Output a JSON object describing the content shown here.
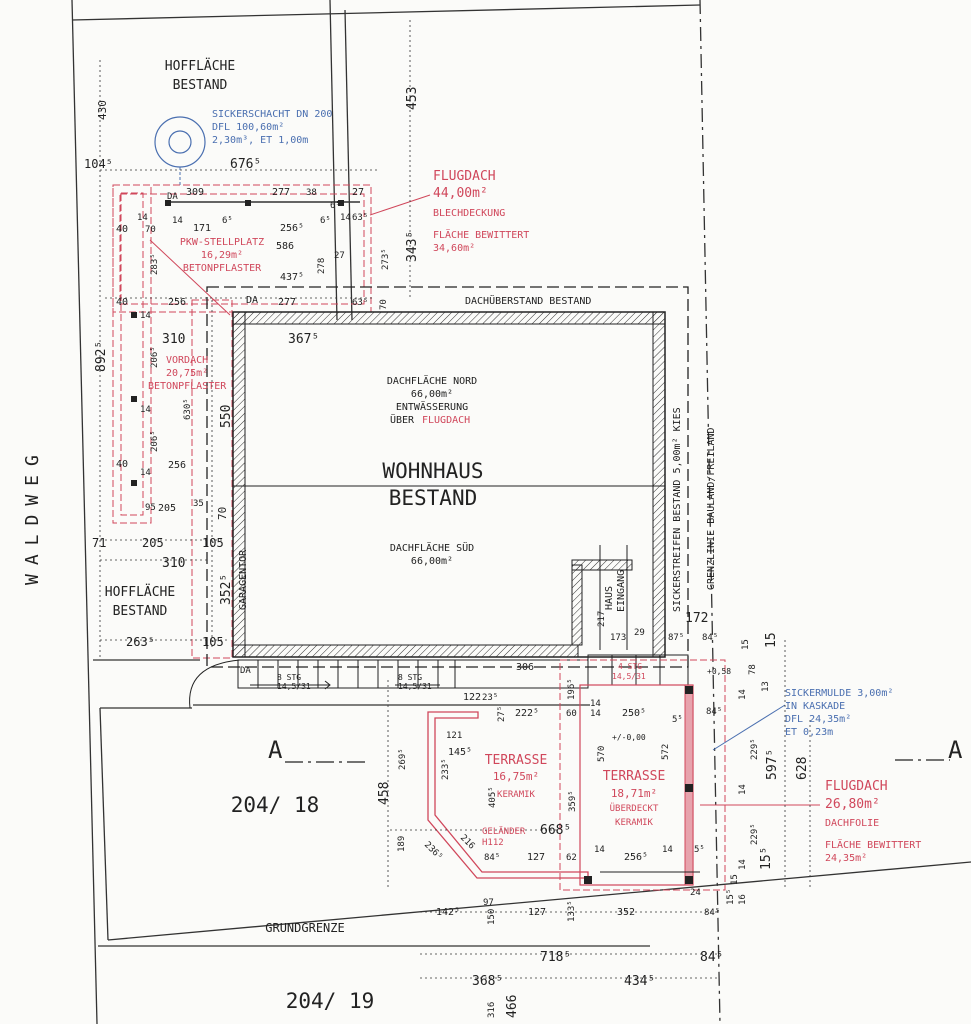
{
  "labels": {
    "hof_top_1": "HOFFLÄCHE",
    "hof_top_2": "BESTAND",
    "hof_left_1": "HOFFLÄCHE",
    "hof_left_2": "BESTAND",
    "sicker_1": "SICKERSCHACHT DN 200",
    "sicker_2": "DFL 100,60m²",
    "sicker_3": "2,30m³, ET 1,00m",
    "da_1": "DA",
    "da_2": "DA",
    "da_3": "DA",
    "flugdach_top_title": "FLUGDACH",
    "flugdach_top_area": "44,00m²",
    "flugdach_top_mat": "BLECHDECKUNG",
    "flugdach_top_f1": "FLÄCHE BEWITTERT",
    "flugdach_top_f2": "34,60m²",
    "pkw_1": "PKW-STELLPLATZ",
    "pkw_2": "16,29m²",
    "pkw_3": "BETONPFLASTER",
    "vordach_1": "VORDACH",
    "vordach_2": "20,75m²",
    "vordach_3": "BETONPFLASTER",
    "dachueberstand": "DACHÜBERSTAND BESTAND",
    "nord_1": "DACHFLÄCHE NORD",
    "nord_2": "66,00m²",
    "nord_3": "ENTWÄSSERUNG",
    "nord_4a": "ÜBER",
    "nord_4b": "FLUGDACH",
    "wohnhaus_1": "WOHNHAUS",
    "wohnhaus_2": "BESTAND",
    "sued_1": "DACHFLÄCHE SÜD",
    "sued_2": "66,00m²",
    "garagentor": "GARAGENTOR",
    "sickerstreifen": "SICKERSTREIFEN BESTAND 5,00m² KIES",
    "grenzlinie": "GRENZLINIE BAULAND/FREILAND",
    "haus": "HAUS",
    "eingang": "EINGANG",
    "waldweg": "WALDWEG",
    "stg_1": "8 STG",
    "stg_1b": "14,5/31",
    "stg_2": "8 STG",
    "stg_2b": "14,5/31",
    "stg_3": "4 STG",
    "stg_3b": "14,5/31",
    "lvl_1": "+0,58",
    "lvl_2": "+/-0,00",
    "terrasse_l_1": "TERRASSE",
    "terrasse_l_2": "16,75m²",
    "terrasse_l_3": "KERAMIK",
    "terrasse_r_1": "TERRASSE",
    "terrasse_r_2": "18,71m²",
    "terrasse_r_3": "ÜBERDECKT",
    "terrasse_r_4": "KERAMIK",
    "gelaender_1": "GELÄNDER",
    "gelaender_2": "H112",
    "sickermulde_1": "SICKERMULDE 3,00m²",
    "sickermulde_2": "IN KASKADE",
    "sickermulde_3": "DFL 24,35m²",
    "sickermulde_4": "ET 0,23m",
    "flugdach_r_title": "FLUGDACH",
    "flugdach_r_area": "26,80m²",
    "flugdach_r_mat": "DACHFOLIE",
    "flugdach_r_f1": "FLÄCHE BEWITTERT",
    "flugdach_r_f2": "24,35m²",
    "parcel_1": "204/ 18",
    "parcel_2": "204/ 19",
    "grundgrenze": "GRUNDGRENZE",
    "section_l": "A",
    "section_r": "A"
  },
  "dims": {
    "d430": "430",
    "d453": "453",
    "d1045": "104⁵",
    "d6765": "676⁵",
    "d309": "309",
    "d277a": "277",
    "d38": "38",
    "d27a": "27",
    "d65a": "6⁵",
    "d14a": "14",
    "d70a": "70",
    "d14b": "14",
    "d171": "171",
    "d65b": "6⁵",
    "d2565": "256⁵",
    "d65c": "6⁵",
    "d14c": "14",
    "d635a": "63⁵",
    "d40a": "40",
    "d586": "586",
    "d278": "278",
    "d27b": "27",
    "d2735": "273⁵",
    "d3435": "343⁵",
    "d2835": "283⁵",
    "d4375": "437⁵",
    "d40b": "40",
    "d256a": "256",
    "d277b": "277",
    "d635b": "63⁵",
    "d70b": "70",
    "d14d": "14",
    "d8925": "892⁵",
    "d310a": "310",
    "d3675": "367⁵",
    "d2065a": "206⁵",
    "d6305": "630⁵",
    "d550": "550",
    "d14e": "14",
    "d2065b": "206⁵",
    "d40c": "40",
    "d14f": "14",
    "d256b": "256",
    "d95": "95",
    "d205a": "205",
    "d35": "35",
    "d70c": "70",
    "d71": "71",
    "d205b": "205",
    "d105a": "105",
    "d310b": "310",
    "d3525": "352⁵",
    "d2635": "263⁵",
    "d105b": "105",
    "d172": "172",
    "d217": "217",
    "d173": "173",
    "d29": "29",
    "d875": "87⁵",
    "d845a": "84⁵",
    "d15a": "15",
    "d15b": "15",
    "d306": "306",
    "d14g": "14",
    "d78": "78",
    "d13": "13",
    "d122": "122",
    "d235a": "23⁵",
    "d1965": "196⁵",
    "d14h": "14",
    "d845b": "84⁵",
    "d121": "121",
    "d275": "27⁵",
    "d2225": "222⁵",
    "d60": "60",
    "d14i": "14",
    "d2505": "250⁵",
    "d55": "5⁵",
    "d1455": "145⁵",
    "d2695": "269⁵",
    "d570": "570",
    "d572": "572",
    "d2295a": "229⁵",
    "d5975": "597⁵",
    "d628": "628",
    "d2335": "233⁵",
    "d4055": "405⁵",
    "d3595": "359⁵",
    "d458": "458",
    "d6685": "668⁵",
    "d14j": "14",
    "d2295b": "229⁵",
    "d216": "216",
    "d189": "189",
    "d2365": "236⁵",
    "d845c": "84⁵",
    "d127a": "127",
    "d62": "62",
    "d14k": "14",
    "d2565b": "256⁵",
    "d14l": "14",
    "d55b": "5⁵",
    "d14m": "14",
    "d155": "15⁵",
    "d15c": "15",
    "d16": "16",
    "d155b": "15⁵",
    "d1425": "142⁵",
    "d150": "150",
    "d97": "97",
    "d127b": "127",
    "d1335": "133⁵",
    "d352": "352",
    "d24": "24",
    "d845d": "84⁵",
    "d7185": "718⁵",
    "d845e": "84⁵",
    "d3685": "368⁵",
    "d4345": "434⁵",
    "d316": "316",
    "d466": "466"
  }
}
